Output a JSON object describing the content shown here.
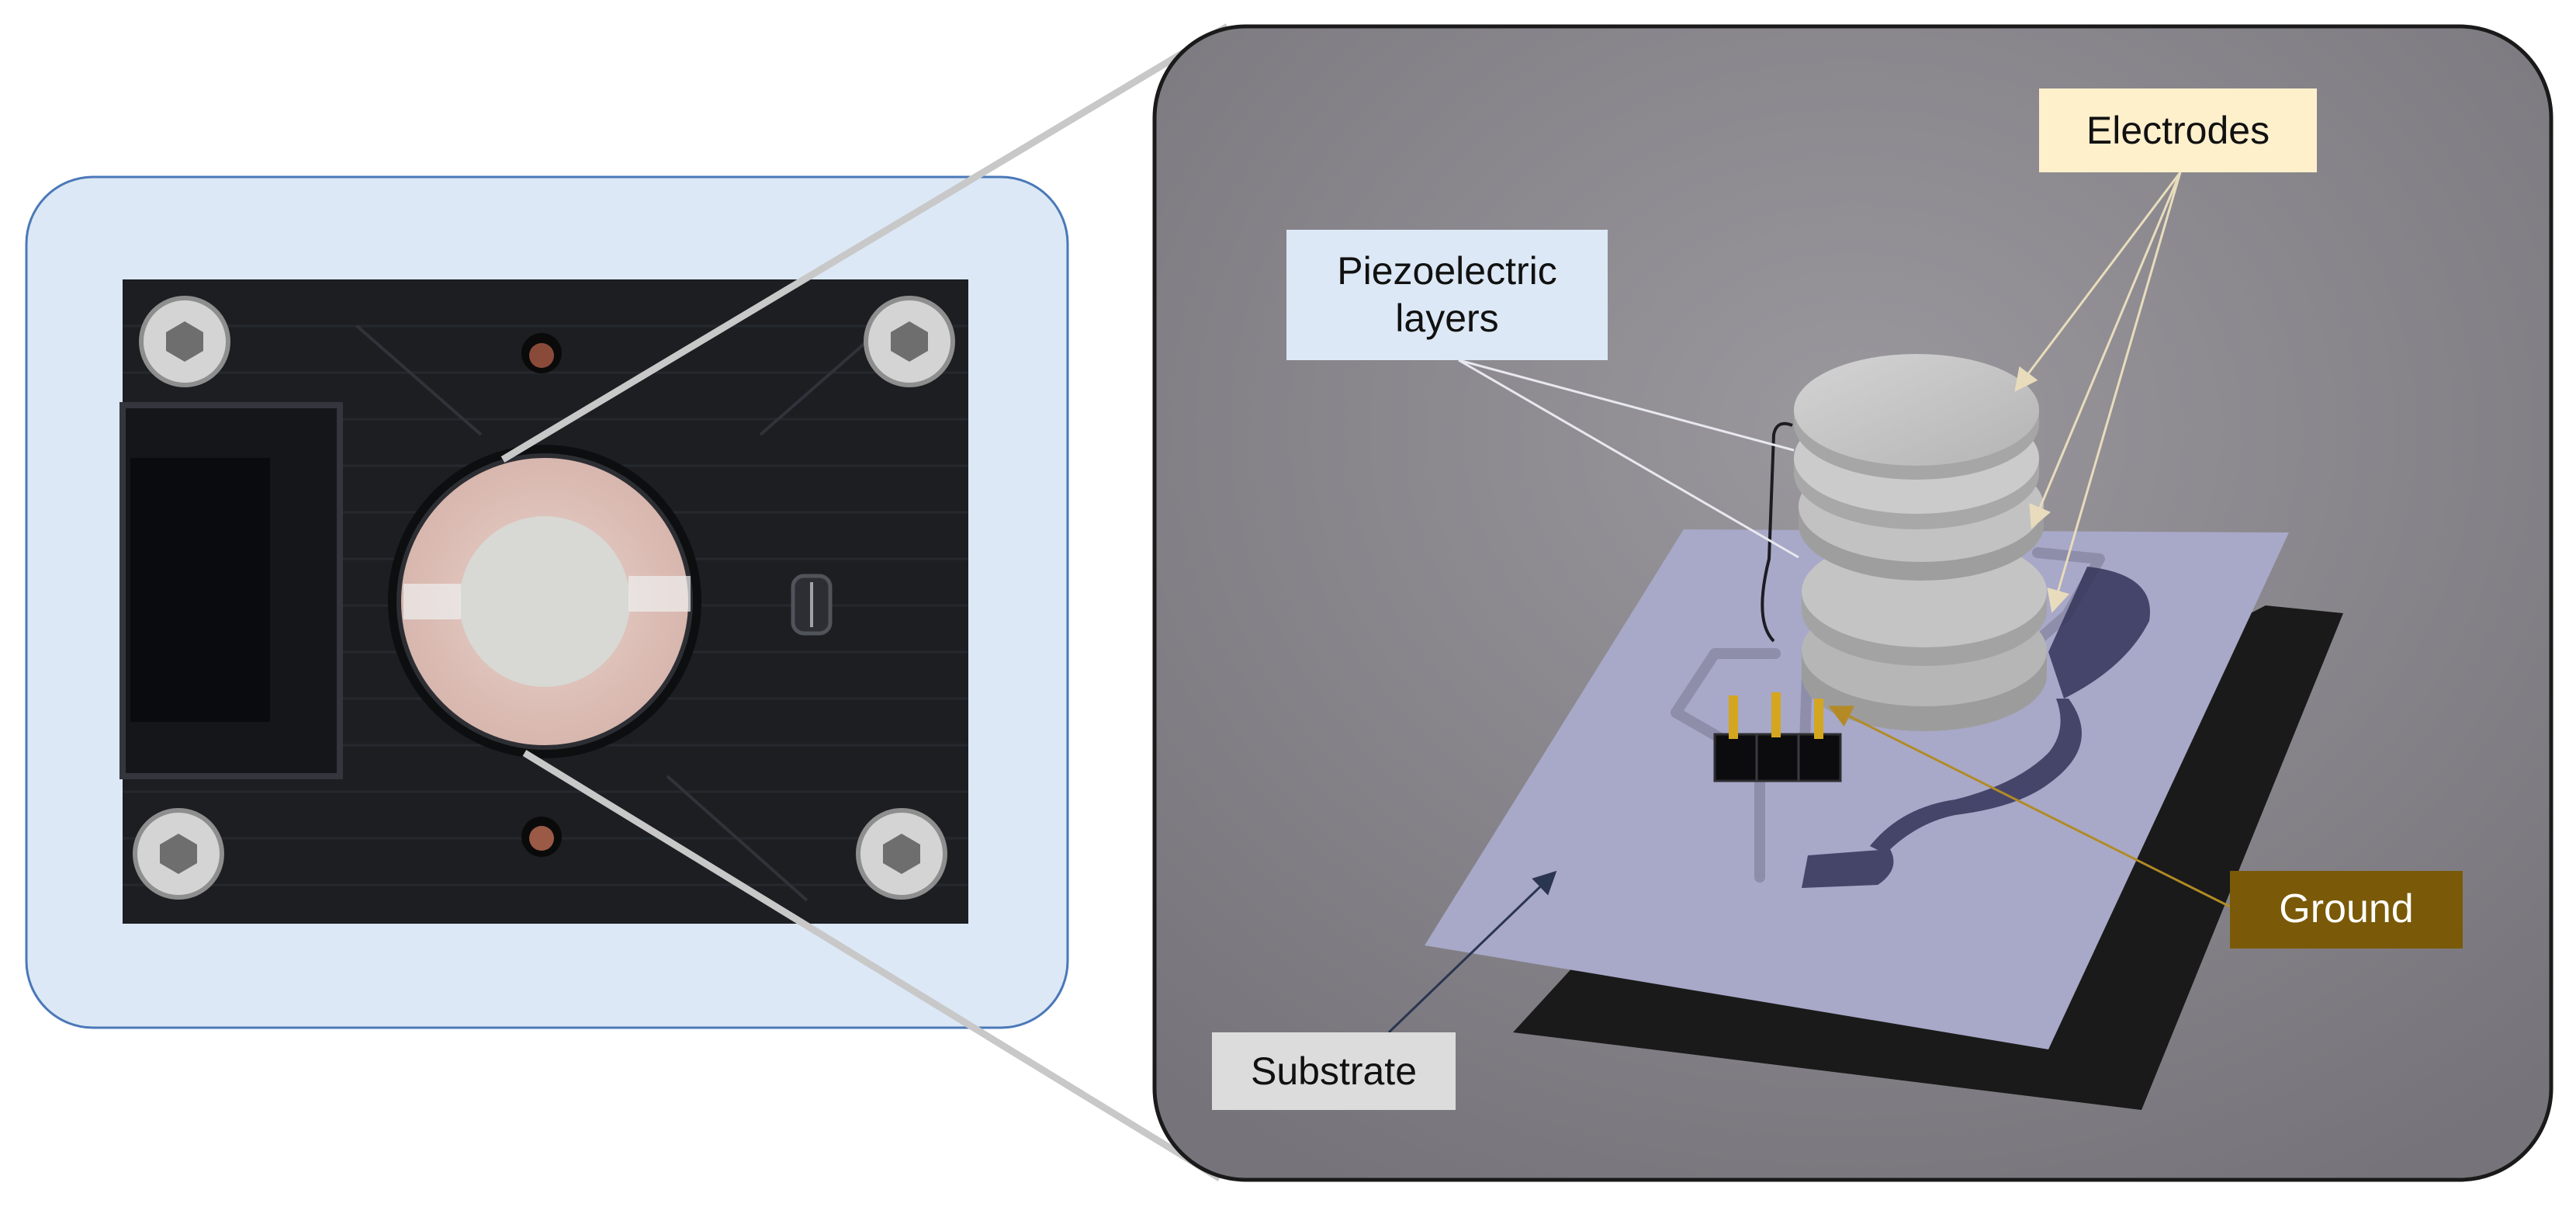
{
  "labels": {
    "piezoelectric": "Piezoelectric\nlayers",
    "electrodes": "Electrodes",
    "ground": "Ground",
    "substrate": "Substrate"
  },
  "colors": {
    "photo_panel_bg": "#dce8f5",
    "photo_panel_border": "#4a78b8",
    "render_bg": "#8c8a8f",
    "substrate": "#a8a8c8",
    "ground_label": "#7a5a08",
    "electrodes_label": "#fff0cc"
  }
}
